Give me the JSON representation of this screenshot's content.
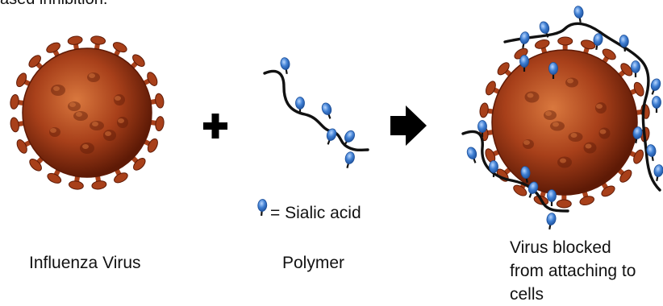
{
  "top_text": "ased inhibition.",
  "labels": {
    "virus": "Influenza Virus",
    "polymer": "Polymer",
    "legend": "= Sialic acid",
    "result_line1": "Virus blocked",
    "result_line2": "from attaching to",
    "result_line3": "cells"
  },
  "icons": {
    "plus": "plus-icon",
    "arrow": "arrow-right-icon",
    "sialic": "sialic-acid-icon"
  },
  "colors": {
    "virus_body": "#a8401a",
    "virus_dark": "#5e1a06",
    "virus_light": "#d9783e",
    "sialic_blue": "#3f7fd3",
    "polymer": "#111111"
  }
}
